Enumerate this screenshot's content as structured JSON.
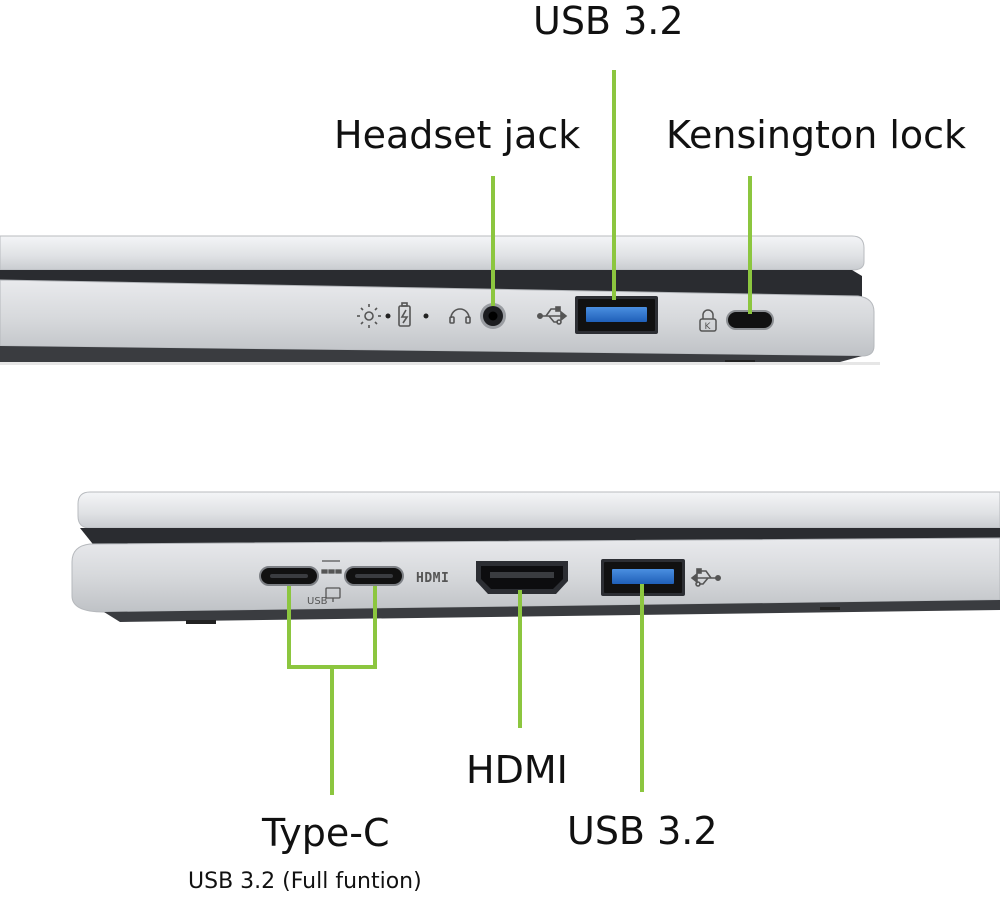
{
  "accent_color": "#8cc63f",
  "top_view": {
    "labels": {
      "usb_top": "USB 3.2",
      "headset": "Headset jack",
      "kensington": "Kensington lock"
    },
    "icons": [
      "brightness-icon",
      "battery-charge-icon",
      "headset-icon",
      "usb-icon",
      "lock-icon"
    ]
  },
  "bottom_view": {
    "labels": {
      "hdmi": "HDMI",
      "usb_bottom": "USB 3.2",
      "typec": "Type-C",
      "typec_sub": "USB 3.2 (Full funtion)",
      "hdmi_print": "HDMI",
      "usb_print": "USB"
    },
    "icons": [
      "display-icon",
      "usb-icon"
    ]
  }
}
